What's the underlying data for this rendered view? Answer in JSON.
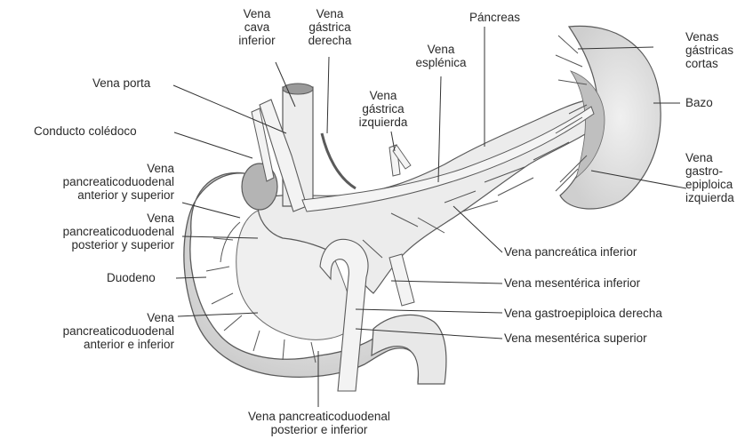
{
  "labels": {
    "vena_cava_inferior": [
      "Vena",
      "cava",
      "inferior"
    ],
    "vena_gastrica_derecha": [
      "Vena",
      "gástrica",
      "derecha"
    ],
    "pancreas": [
      "Páncreas"
    ],
    "venas_gastricas_cortas": [
      "Venas",
      "gástricas",
      "cortas"
    ],
    "vena_porta": [
      "Vena porta"
    ],
    "vena_esplenica": [
      "Vena",
      "esplénica"
    ],
    "bazo": [
      "Bazo"
    ],
    "vena_gastrica_izquierda": [
      "Vena",
      "gástrica",
      "izquierda"
    ],
    "conducto_coledoco": [
      "Conducto colédoco"
    ],
    "vena_gastroepiploica_izquierda": [
      "Vena",
      "gastro-",
      "epiploica",
      "izquierda"
    ],
    "vena_pd_anterior_superior": [
      "Vena",
      "pancreaticoduodenal",
      "anterior y superior"
    ],
    "vena_pd_posterior_superior": [
      "Vena",
      "pancreaticoduodenal",
      "posterior y superior"
    ],
    "vena_pancreatica_inferior": [
      "Vena pancreática inferior"
    ],
    "duodeno": [
      "Duodeno"
    ],
    "vena_mesenterica_inferior": [
      "Vena mesentérica inferior"
    ],
    "vena_pd_anterior_inferior": [
      "Vena",
      "pancreaticoduodenal",
      "anterior e inferior"
    ],
    "vena_gastroepiploica_derecha": [
      "Vena gastroepiploica derecha"
    ],
    "vena_mesenterica_superior": [
      "Vena mesentérica superior"
    ],
    "vena_pd_posterior_inferior": [
      "Vena pancreaticoduodenal",
      "posterior e inferior"
    ]
  },
  "colors": {
    "outline": "#5a5a5a",
    "organ_fill": "#e6e6e6",
    "vessel_fill": "#f4f4f4",
    "shade": "#bdbdbd",
    "text": "#2a2a2a"
  }
}
